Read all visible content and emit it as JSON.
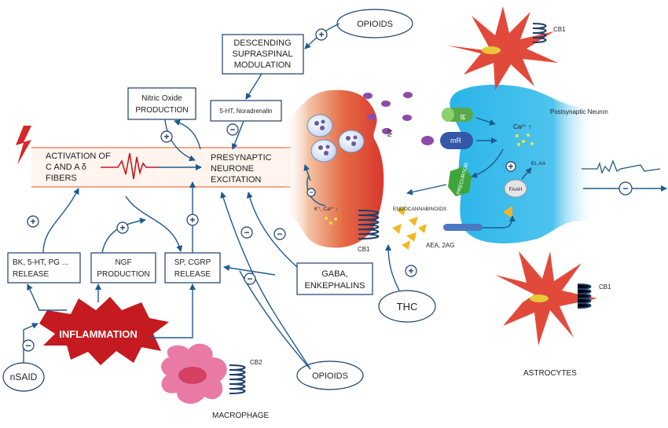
{
  "labels": {
    "opioids_top": "OPIOIDS",
    "opioids_bottom": "OPIOIDS",
    "descending": [
      "DESCENDING",
      "SUPRASPINAL",
      "MODULATION"
    ],
    "ht_noradrenalin": "5-HT, Noradrenalin",
    "nitric_oxide": [
      "Nitric Oxide",
      "PRODUCTION"
    ],
    "activation": [
      "ACTIVATION OF",
      "C AND A δ",
      "FIBERS"
    ],
    "presynaptic": [
      "PRESYNAPTIC",
      "NEURONE",
      "EXCITATION"
    ],
    "bk_release": [
      "BK, 5-HT, PG ...",
      "RELEASE"
    ],
    "ngf": [
      "NGF",
      "PRODUCTION"
    ],
    "sp_cgrp": [
      "SP, CGRP",
      "RELEASE"
    ],
    "gaba": [
      "GABA,",
      "ENKEPHALINS"
    ],
    "thc": "THC",
    "nsaid": "nSAID",
    "inflammation": "INFLAMMATION",
    "macrophage": "MACROPHAGE",
    "cb2": "CB2",
    "cb1_pre": "CB1",
    "cb1_top": "CB1",
    "cb1_bottom": "CB1",
    "astrocytes": "ASTROCYTES",
    "postsynaptic": "Postsynaptic Neuron",
    "nt": "NT",
    "ir": "iR",
    "mr": "mR",
    "ca": "Ca²⁺ ↑",
    "k_ca": "K⁺, Ca²⁺ ↓",
    "precursor": "PRECURSOR",
    "endocannabinoids": "ENDOCANNABINOIDS",
    "aea": "AEA, 2AG",
    "faah": "FAAH",
    "et_aa": "Et, AA",
    "plus": "+",
    "minus": "−"
  },
  "colors": {
    "arrow": "#1e5a8e",
    "presynaptic": "#d8382f",
    "postsynaptic": "#29b5e8",
    "inflammation": "#c41a20",
    "macrophage": "#e87aa5",
    "astrocyte": "#e14a3b",
    "lightning": "#d62828",
    "receptor": "#1e3d6b",
    "vesicle": "#8e4aa8",
    "triangle": "#f2b824"
  }
}
